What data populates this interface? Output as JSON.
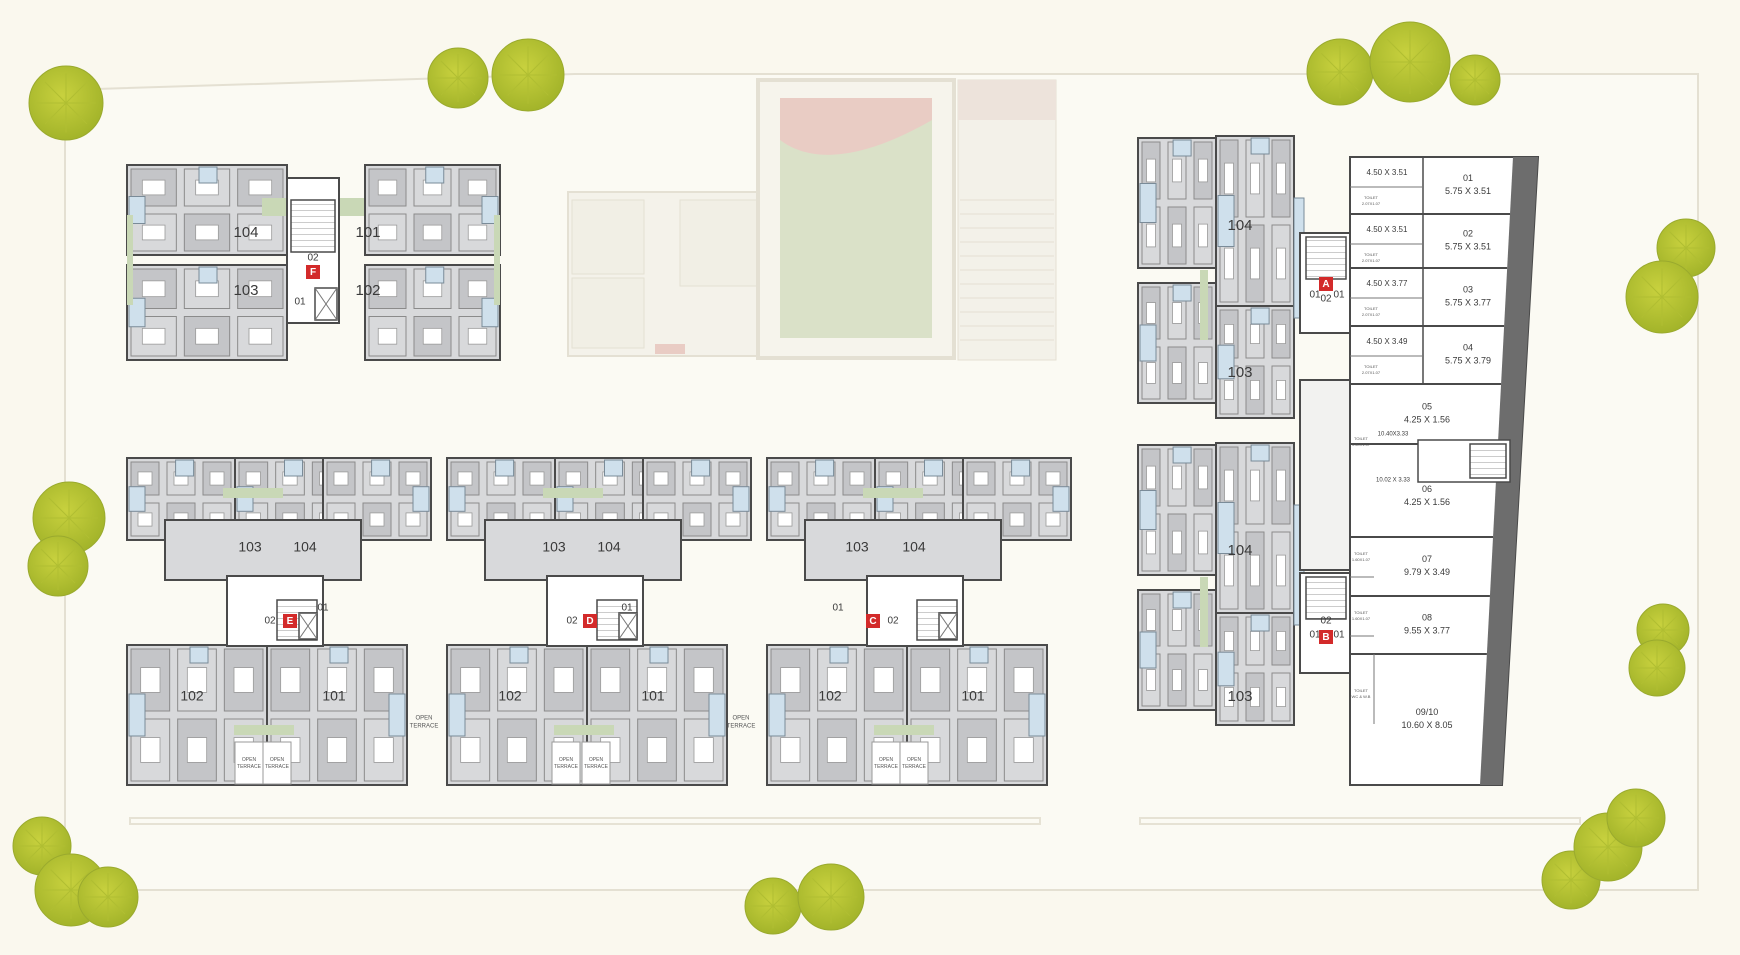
{
  "colors": {
    "background": "#faf8ee",
    "site": "#fbfaf3",
    "room": "#d8d9db",
    "room_dark": "#c4c5c8",
    "wall": "#4a4a4a",
    "bath": "#cfe0ec",
    "balcony": "#c9d8b6",
    "marker": "#d32a2a",
    "tree_light": "#c3cc3a",
    "tree_dark": "#8fa323",
    "faded": "#e7e3d6",
    "faded_green": "#d7dfc4",
    "faded_red": "#e8c8c0"
  },
  "wing_f": {
    "marker": "F",
    "lift_label": "02",
    "stair_label": "01",
    "units": [
      "104",
      "101",
      "103",
      "102"
    ]
  },
  "wing_e": {
    "marker": "E",
    "lift_label": "02",
    "stair_label": "01",
    "upper_units": [
      "103",
      "104"
    ],
    "lower_units": [
      "102",
      "101"
    ]
  },
  "wing_d": {
    "marker": "D",
    "lift_label": "02",
    "stair_label": "01",
    "upper_units": [
      "103",
      "104"
    ],
    "lower_units": [
      "102",
      "101"
    ]
  },
  "wing_c": {
    "marker": "C",
    "lift_label": "02",
    "stair_label": "01",
    "upper_units": [
      "103",
      "104"
    ],
    "lower_units": [
      "102",
      "101"
    ]
  },
  "wing_a": {
    "marker": "A",
    "lift_label": "02",
    "stair_labels": [
      "01",
      "01"
    ],
    "units": [
      "104",
      "103"
    ]
  },
  "wing_b": {
    "marker": "B",
    "lift_label": "02",
    "stair_labels": [
      "01",
      "01"
    ],
    "units": [
      "104",
      "103"
    ]
  },
  "terraces": {
    "open_terrace": "OPEN TERRACE",
    "small": [
      "OPEN TERRACE",
      "OPEN TERRACE",
      "OPEN TERRACE",
      "OPEN TERRACE",
      "OPEN TERRACE",
      "OPEN TERRACE"
    ]
  },
  "shops": [
    {
      "left_dim": "4.50 X 3.51",
      "toilet": "TOILET 2.07X1.07",
      "number": "01",
      "dim": "5.75 X 3.51"
    },
    {
      "left_dim": "4.50 X 3.51",
      "toilet": "TOILET 2.07X1.07",
      "number": "02",
      "dim": "5.75 X 3.51"
    },
    {
      "left_dim": "4.50 X 3.77",
      "toilet": "TOILET 2.07X1.07",
      "number": "03",
      "dim": "5.75 X 3.77"
    },
    {
      "left_dim": "4.50 X 3.49",
      "toilet": "TOILET 2.07X1.07",
      "number": "04",
      "dim": "5.75 X 3.79"
    },
    {
      "left_dim": "",
      "toilet": "",
      "number": "05",
      "dim": "4.25 X 1.56"
    },
    {
      "left_dim": "10.40X3.33",
      "toilet": "TOILET 1.60X1.07",
      "number": "06",
      "dim": "4.25 X 1.56",
      "extra_dim": "10.02 X 3.33"
    },
    {
      "left_dim": "",
      "toilet": "TOILET 1.60X1.07",
      "number": "07",
      "dim": "9.79 X 3.49"
    },
    {
      "left_dim": "",
      "toilet": "TOILET 1.60X1.07",
      "number": "08",
      "dim": "9.55 X 3.77"
    },
    {
      "left_dim": "",
      "toilet": "TOILET WC & W.B",
      "number": "09/10",
      "dim": "10.60 X 8.05"
    }
  ]
}
